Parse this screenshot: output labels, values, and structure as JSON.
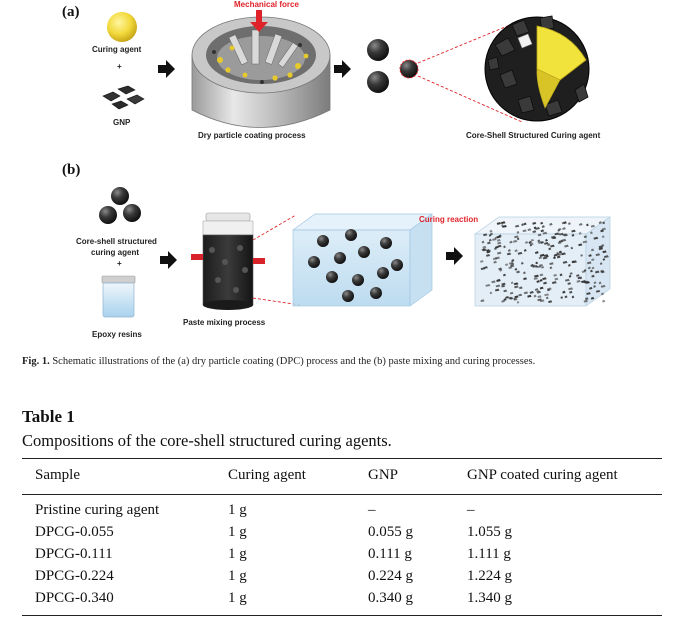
{
  "figure": {
    "panel_a": "(a)",
    "panel_b": "(b)",
    "mechanical_force": "Mechanical force",
    "curing_agent": "Curing agent",
    "plus": "+",
    "gnp": "GNP",
    "dry_particle_coating": "Dry particle coating process",
    "core_shell_result": "Core-Shell Structured Curing agent",
    "core_shell_line1": "Core-shell structured",
    "core_shell_line2": "curing agent",
    "epoxy_resins": "Epoxy resins",
    "paste_mixing": "Paste mixing process",
    "curing_reaction": "Curing reaction",
    "caption_label": "Fig. 1.",
    "caption_text": "Schematic illustrations of the (a) dry particle coating (DPC) process and the (b) paste mixing and curing processes."
  },
  "table": {
    "title": "Table 1",
    "subtitle": "Compositions of the core-shell structured curing agents.",
    "headers": [
      "Sample",
      "Curing agent",
      "GNP",
      "GNP coated curing agent"
    ],
    "rows": [
      [
        "Pristine curing agent",
        "1 g",
        "–",
        "–"
      ],
      [
        "DPCG-0.055",
        "1 g",
        "0.055 g",
        "1.055 g"
      ],
      [
        "DPCG-0.111",
        "1 g",
        "0.111 g",
        "1.111 g"
      ],
      [
        "DPCG-0.224",
        "1 g",
        "0.224 g",
        "1.224 g"
      ],
      [
        "DPCG-0.340",
        "1 g",
        "0.340 g",
        "1.340 g"
      ]
    ]
  },
  "colors": {
    "accent_red": "#e0232a",
    "curing_yellow": "#f2d93b",
    "gnp_dark": "#2b2b2b"
  }
}
